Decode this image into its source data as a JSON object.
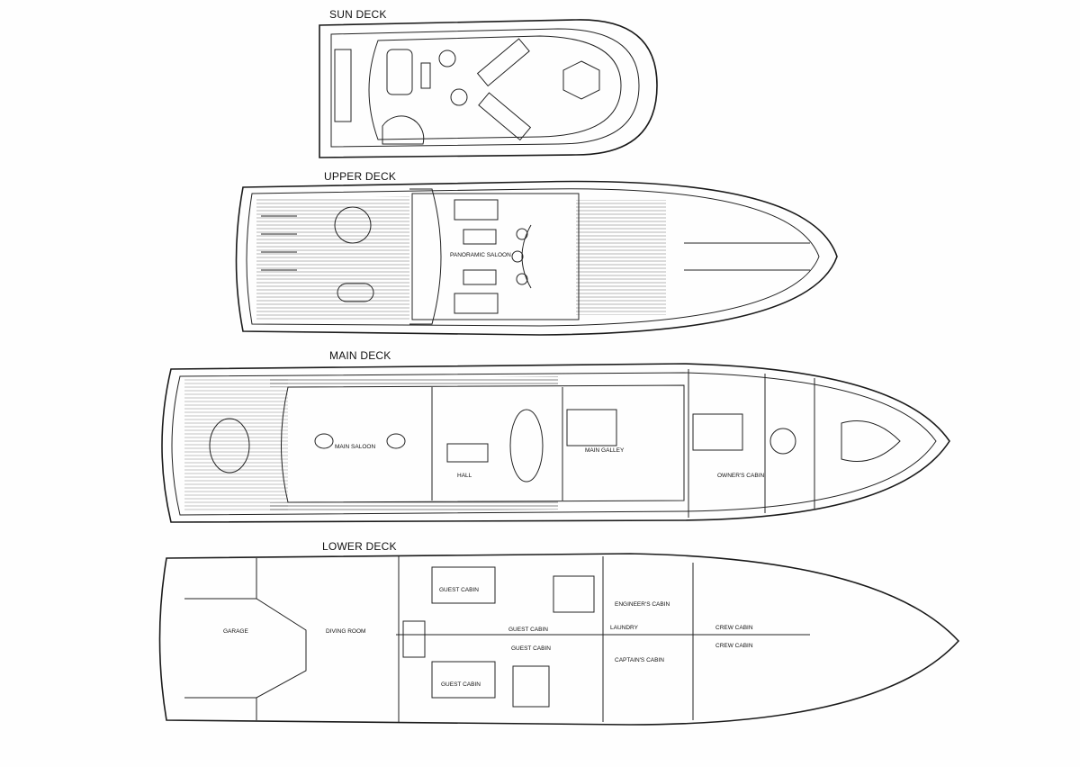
{
  "decks": [
    {
      "id": "sun",
      "title": "SUN DECK",
      "rooms": []
    },
    {
      "id": "upper",
      "title": "UPPER DECK",
      "rooms": [
        "PANORAMIC SALOON"
      ]
    },
    {
      "id": "main",
      "title": "MAIN DECK",
      "rooms": [
        "MAIN SALOON",
        "HALL",
        "MAIN GALLEY",
        "OWNER'S CABIN"
      ]
    },
    {
      "id": "lower",
      "title": "LOWER DECK",
      "rooms": [
        "GARAGE",
        "DIVING ROOM",
        "GUEST CABIN",
        "GUEST CABIN",
        "GUEST CABIN",
        "GUEST CABIN",
        "ENGINEER'S CABIN",
        "LAUNDRY",
        "CAPTAIN'S CABIN",
        "CREW CABIN",
        "CREW CABIN"
      ]
    }
  ]
}
